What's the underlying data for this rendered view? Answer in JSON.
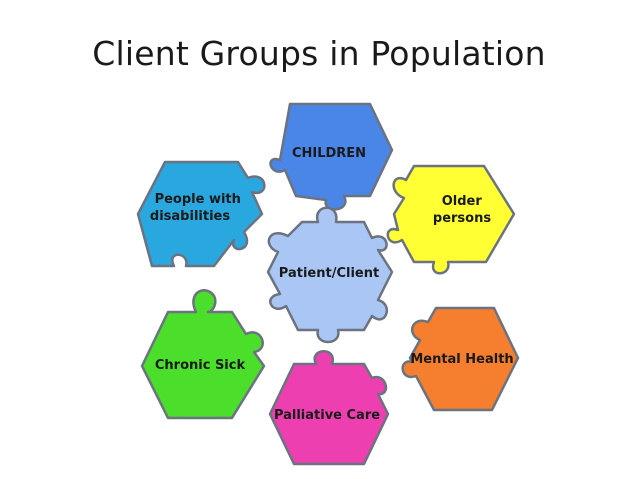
{
  "title": "Client Groups in Population",
  "pieces": {
    "children": {
      "label": [
        "CHILDREN"
      ],
      "color": "#4a86e8"
    },
    "disability": {
      "label": [
        "People with",
        "disabilities"
      ],
      "color": "#29a8e0"
    },
    "older": {
      "label": [
        "Older",
        "persons"
      ],
      "color": "#ffff33"
    },
    "center": {
      "label": [
        "Patient/Client"
      ],
      "color": "#a9c6f5"
    },
    "chronic": {
      "label": [
        "Chronic Sick"
      ],
      "color": "#4bde2a"
    },
    "mental": {
      "label": [
        "Mental Health"
      ],
      "color": "#f57f2e"
    },
    "palliative": {
      "label": [
        "Palliative Care"
      ],
      "color": "#ee3fb1"
    }
  }
}
